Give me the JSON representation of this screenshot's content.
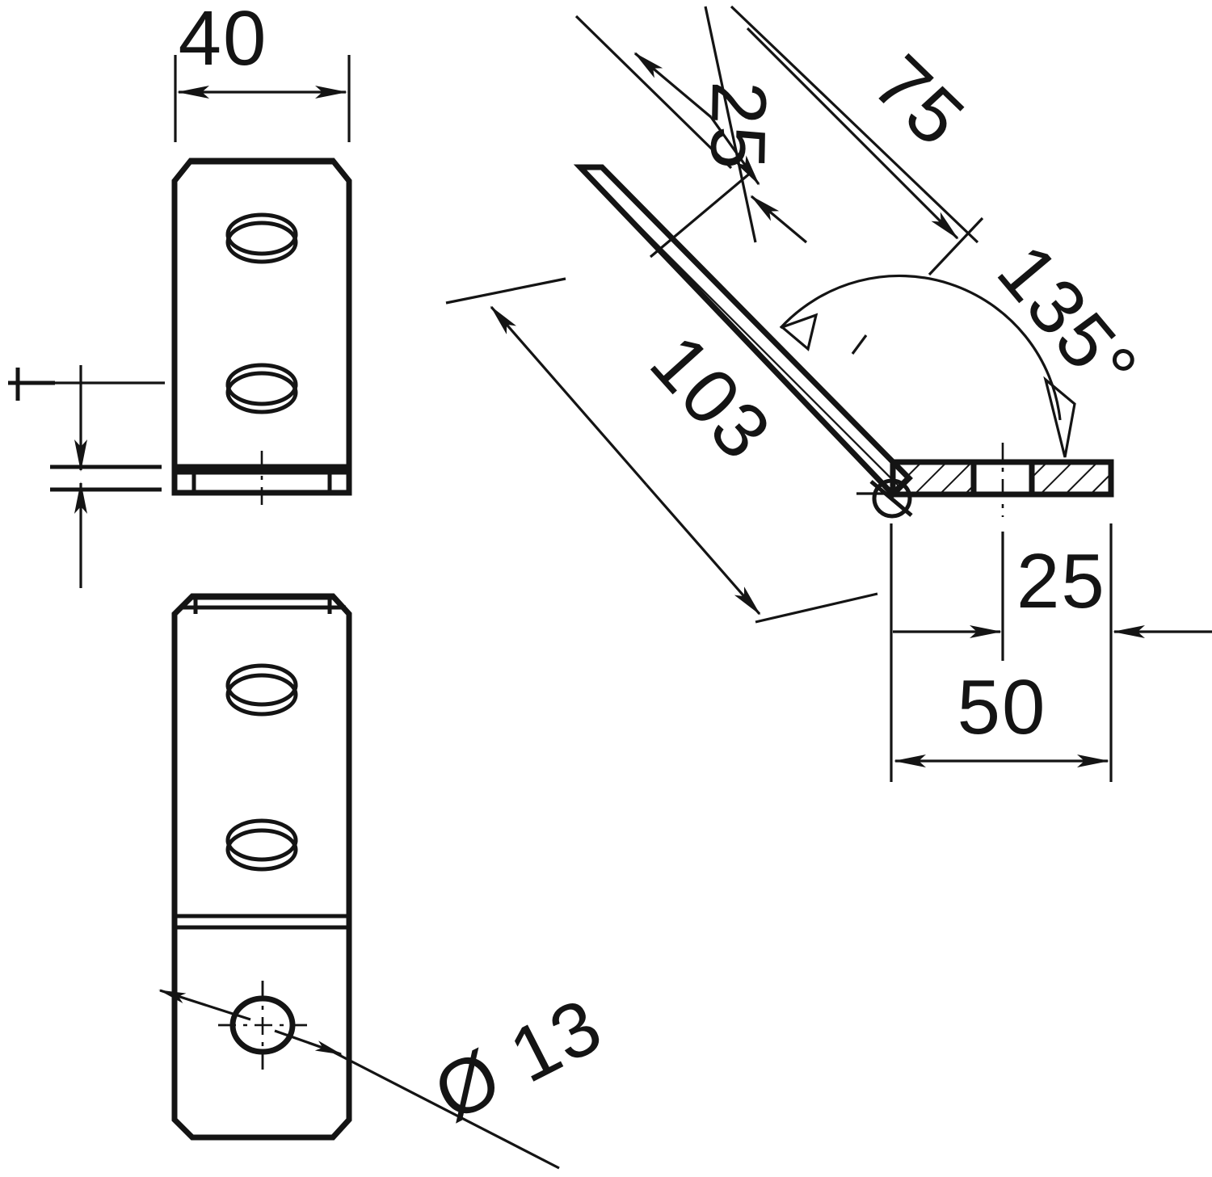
{
  "drawing": {
    "title": "135 degree angle bracket technical drawing",
    "line_color": "#141414",
    "background_color": "#ffffff",
    "views": [
      {
        "name": "end-view-top",
        "label": ""
      },
      {
        "name": "thickness-note",
        "label": ""
      },
      {
        "name": "front-view",
        "label": ""
      },
      {
        "name": "section-view",
        "label": ""
      }
    ]
  },
  "dimensions": {
    "width_top": "40",
    "thickness_symbol": "t",
    "arm_offset_upper": "25",
    "arm_length_upper": "75",
    "angle": "135°",
    "arm_length_long": "103",
    "base_offset": "25",
    "base_length": "50",
    "hole_diameter": "Ø 13"
  },
  "labels": {
    "d40": "40",
    "d25_upper": "25",
    "d75": "75",
    "d135": "135°",
    "d103": "103",
    "d25_lower": "25",
    "d50": "50",
    "dia13": "Ø 13",
    "t_symbol": "t"
  }
}
